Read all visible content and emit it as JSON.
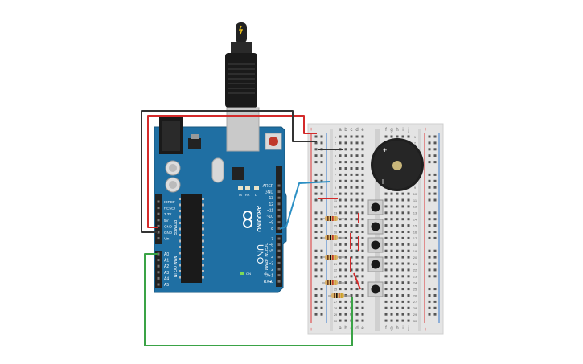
{
  "arduino": {
    "brand": "ARDUINO",
    "model": "UNO",
    "on_label": "ON",
    "tx_label": "TX",
    "rx_label": "RX",
    "l_label": "L",
    "power_header_title": "POWER",
    "analog_header_title": "ANALOG IN",
    "digital_header_title": "DIGITAL (PWM ~)",
    "power_pins": [
      "IOREF",
      "RESET",
      "3.3V",
      "5V",
      "GND",
      "GND",
      "Vin"
    ],
    "analog_pins": [
      "A0",
      "A1",
      "A2",
      "A3",
      "A4",
      "A5"
    ],
    "digital_top_pins": [
      "AREF",
      "GND",
      "13",
      "12",
      "~11",
      "~10",
      "~9",
      "8"
    ],
    "digital_bottom_pins": [
      "7",
      "~6",
      "~5",
      "4",
      "~3",
      "2",
      "TX▸1",
      "RX◂0"
    ]
  },
  "breadboard": {
    "columns_left": [
      "a",
      "b",
      "c",
      "d",
      "e"
    ],
    "columns_right": [
      "f",
      "g",
      "h",
      "i",
      "j"
    ],
    "rail_plus": "+",
    "rail_minus": "−",
    "row_numbers": [
      "1",
      "2",
      "3",
      "4",
      "5",
      "6",
      "7",
      "8",
      "9",
      "10",
      "11",
      "12",
      "13",
      "14",
      "15",
      "16",
      "17",
      "18",
      "19",
      "20",
      "21",
      "22",
      "23",
      "24",
      "25",
      "26",
      "27",
      "28",
      "29",
      "30"
    ]
  },
  "buzzer": {
    "plus_label": "+"
  },
  "colors": {
    "board": "#1f6fa3",
    "board_dark": "#17577f",
    "wire_red": "#d42a2a",
    "wire_black": "#333333",
    "wire_blue": "#2b8fc4",
    "wire_green": "#3aa346",
    "breadboard": "#e3e3e3",
    "rail_red": "#d33",
    "rail_blue": "#37c"
  }
}
